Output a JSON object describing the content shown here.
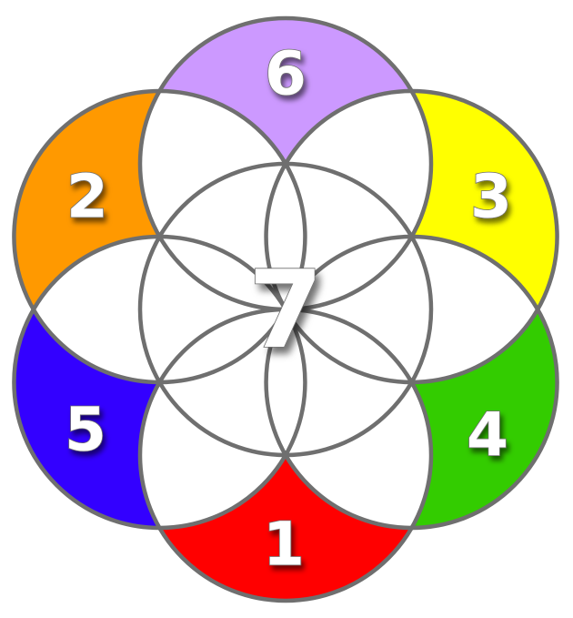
{
  "diagram": {
    "regions": [
      {
        "id": "6",
        "label": "6",
        "color": "#CC99FF"
      },
      {
        "id": "2",
        "label": "2",
        "color": "#FF9900"
      },
      {
        "id": "3",
        "label": "3",
        "color": "#FFFF00"
      },
      {
        "id": "5",
        "label": "5",
        "color": "#3300FF"
      },
      {
        "id": "4",
        "label": "4",
        "color": "#33CC00"
      },
      {
        "id": "1",
        "label": "1",
        "color": "#FF0000"
      }
    ],
    "center_label": "7",
    "line_color": "#6F6F6F"
  }
}
